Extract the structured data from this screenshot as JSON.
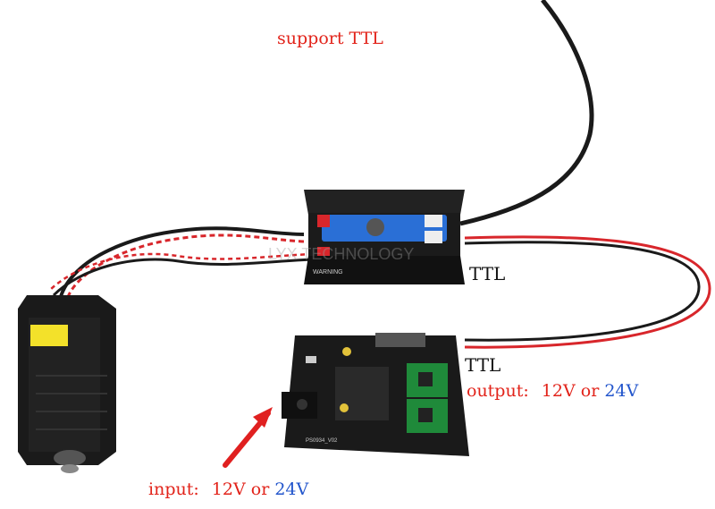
{
  "labels": {
    "support": "support TTL",
    "ttl_driver": "TTL",
    "ttl_board": "TTL",
    "output_prefix": "output:",
    "output_12v": "12V",
    "output_or": "or",
    "output_24v": "24V",
    "input_prefix": "input:",
    "input_12v": "12V",
    "input_or": "or",
    "input_24v": "24V"
  },
  "watermark": "LYX TECHNOLOGY",
  "driver_warning_text": "WARNING",
  "board_silkscreen": "PS0934_V02",
  "colors": {
    "label_red": "#e2231a",
    "label_blue": "#2255cc",
    "arrow_red": "#e02020",
    "wire_black": "#1a1a1a",
    "wire_red": "#d8262b",
    "heatsink_black": "#1b1b1b",
    "driver_pcb_blue": "#2a6fd6",
    "stepper_green": "#1f8a3a",
    "laser_label_yellow": "#f3e12a"
  }
}
